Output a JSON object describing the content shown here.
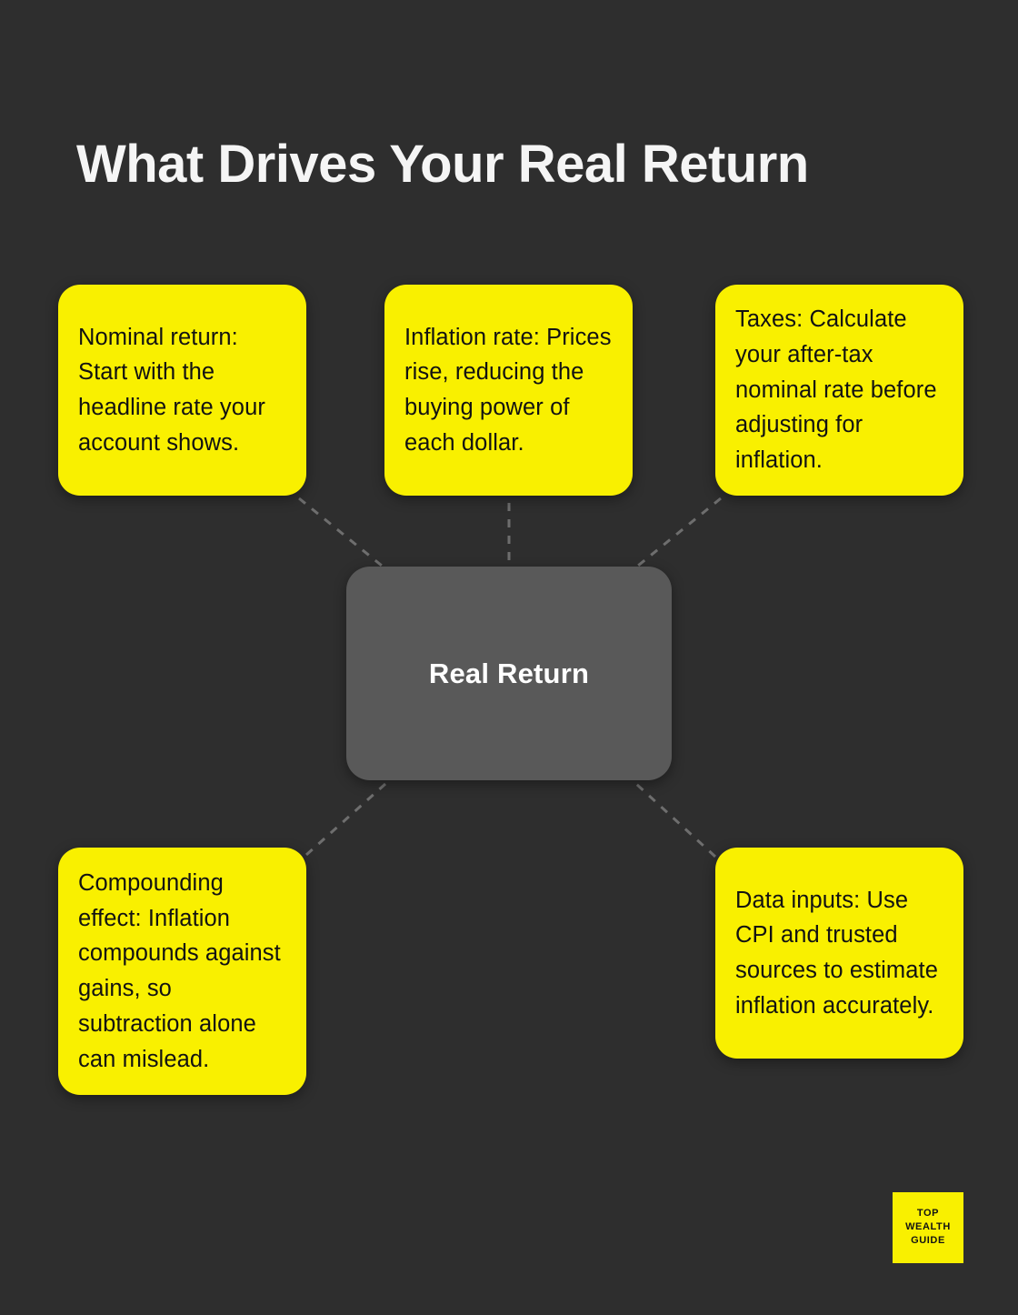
{
  "page": {
    "title": "What Drives Your Real Return",
    "background_color": "#2e2e2e",
    "accent_color": "#f9f000",
    "center_color": "#595959",
    "connector_color": "#6e6e6e"
  },
  "diagram": {
    "type": "mind-map",
    "center": {
      "label": "Real Return"
    },
    "nodes": [
      {
        "id": "nominal",
        "label": "Nominal return: Start with the headline rate your account shows."
      },
      {
        "id": "inflation",
        "label": "Inflation rate: Prices rise, reducing the buying power of each dollar."
      },
      {
        "id": "taxes",
        "label": "Taxes: Calculate your after-tax nominal rate before adjusting for inflation."
      },
      {
        "id": "compounding",
        "label": "Compounding effect: Inflation compounds against gains, so subtraction alone can mislead."
      },
      {
        "id": "datainputs",
        "label": "Data inputs: Use CPI and trusted sources to estimate inflation accurately."
      }
    ]
  },
  "logo": {
    "line1": "TOP",
    "line2": "WEALTH",
    "line3": "GUIDE"
  }
}
